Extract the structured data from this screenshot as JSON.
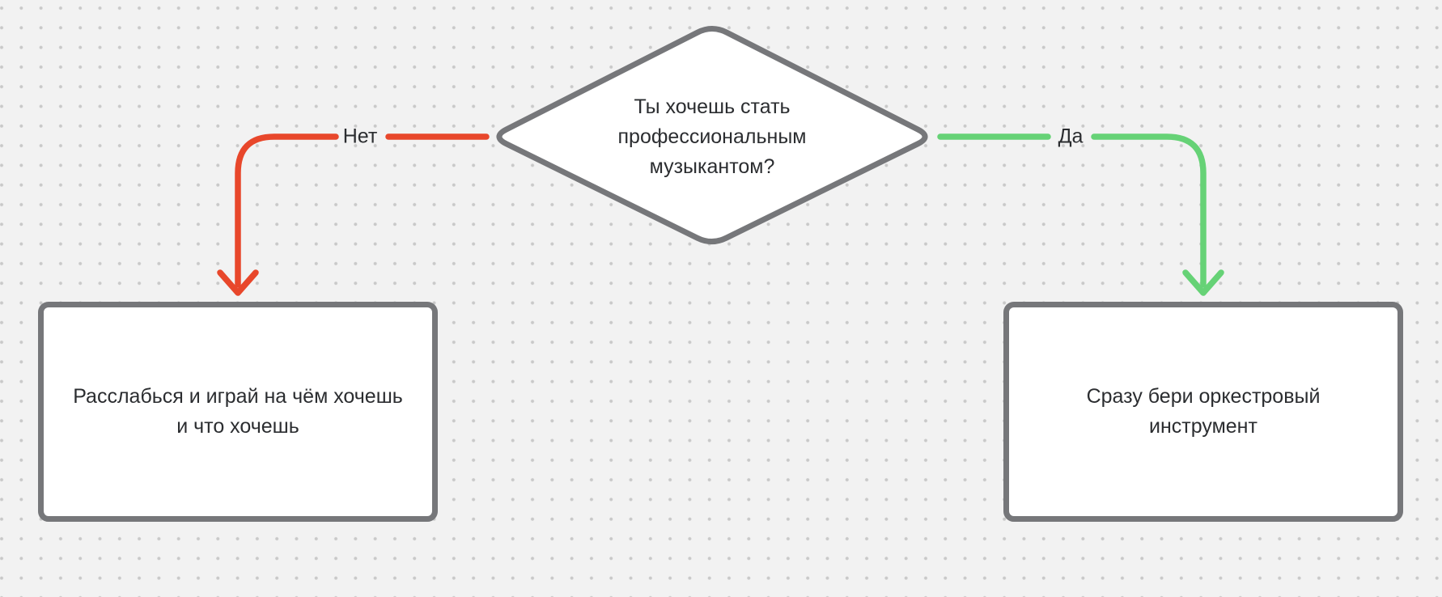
{
  "canvas": {
    "background_color": "#F2F2F2",
    "dot_color": "#C9C9C9"
  },
  "flowchart": {
    "node_border_color": "#76777A",
    "node_fill_color": "#FFFFFF",
    "text_color": "#2B2D30",
    "decision_node": {
      "text": "Ты хочешь стать профессиональным музыкантом?"
    },
    "edge_no": {
      "label": "Нет",
      "color": "#E8472B"
    },
    "edge_yes": {
      "label": "Да",
      "color": "#66D276"
    },
    "outcome_no_node": {
      "text": "Расслабься и играй на чём хочешь и что хочешь"
    },
    "outcome_yes_node": {
      "text": "Сразу бери оркестровый инструмент"
    }
  }
}
